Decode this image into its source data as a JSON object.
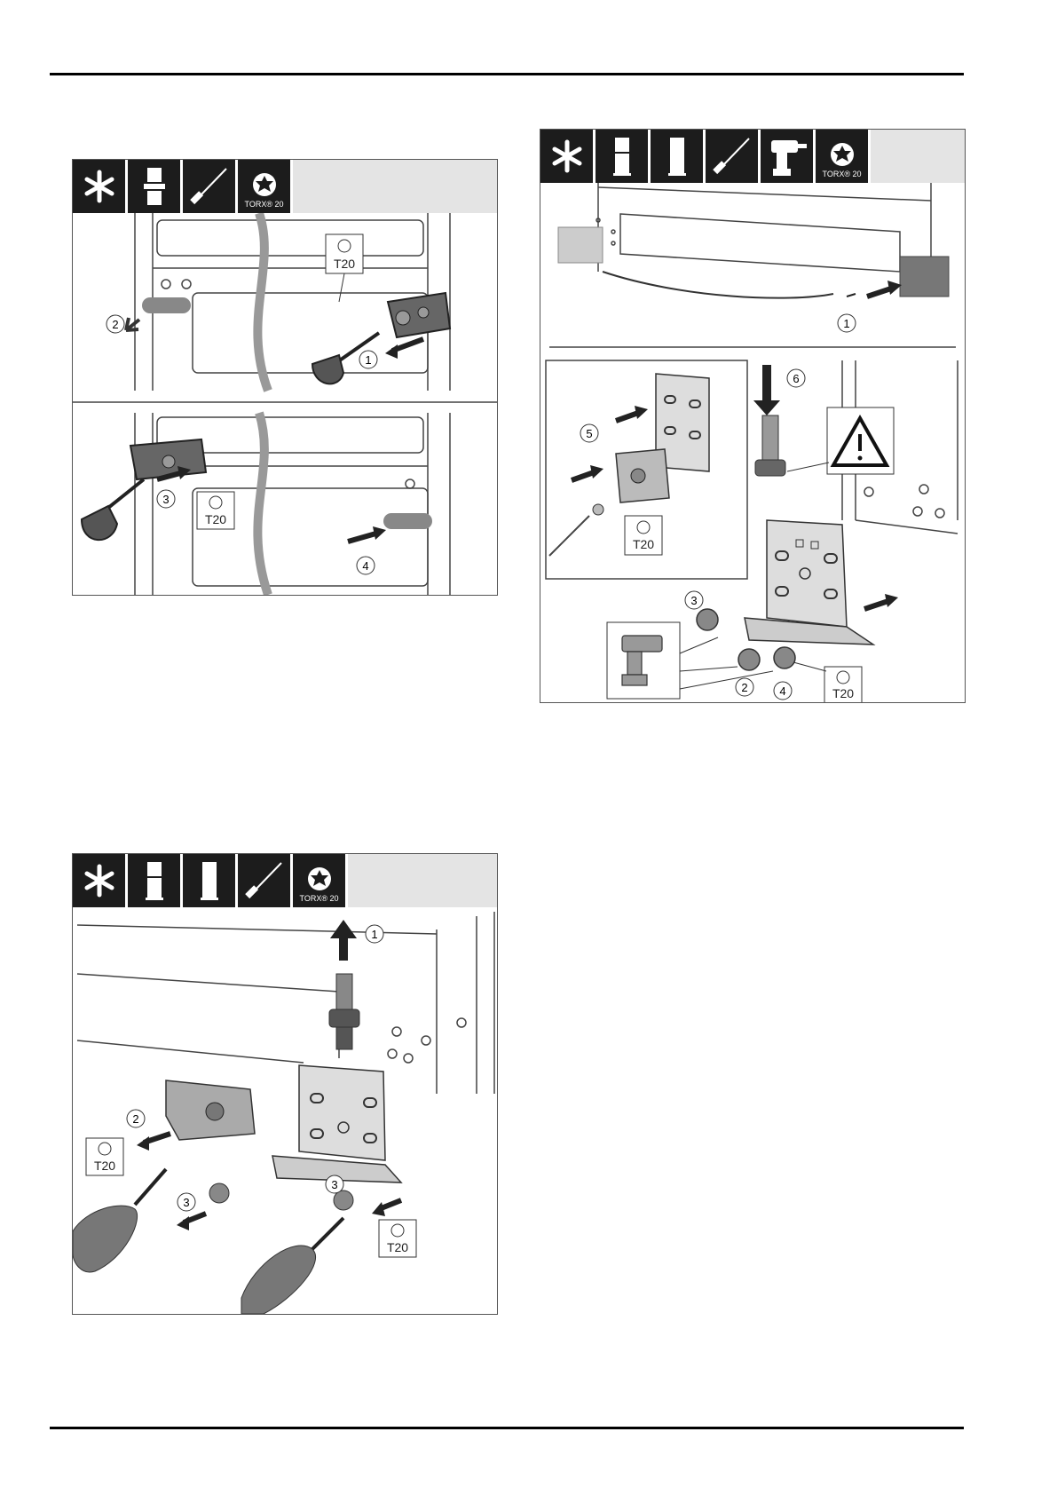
{
  "icons": {
    "snow": "snowflake-icon",
    "fridge": "fridge-icon",
    "screwdriver": "screwdriver-icon",
    "torx": "torx-icon",
    "drill": "cordless-drill-icon",
    "warning": "warning-icon"
  },
  "torx_badge": "TORX® 20",
  "fig1": {
    "tool_label_a": "T20",
    "tool_label_b": "T20",
    "steps": [
      "1",
      "2",
      "3",
      "4"
    ]
  },
  "fig2": {
    "tool_label_a": "T20",
    "tool_label_b": "T20",
    "steps": [
      "1",
      "2",
      "3",
      "3"
    ]
  },
  "fig3": {
    "tool_label_a": "T20",
    "tool_label_b": "T20",
    "steps": [
      "1",
      "2",
      "3",
      "4",
      "5",
      "6"
    ]
  }
}
